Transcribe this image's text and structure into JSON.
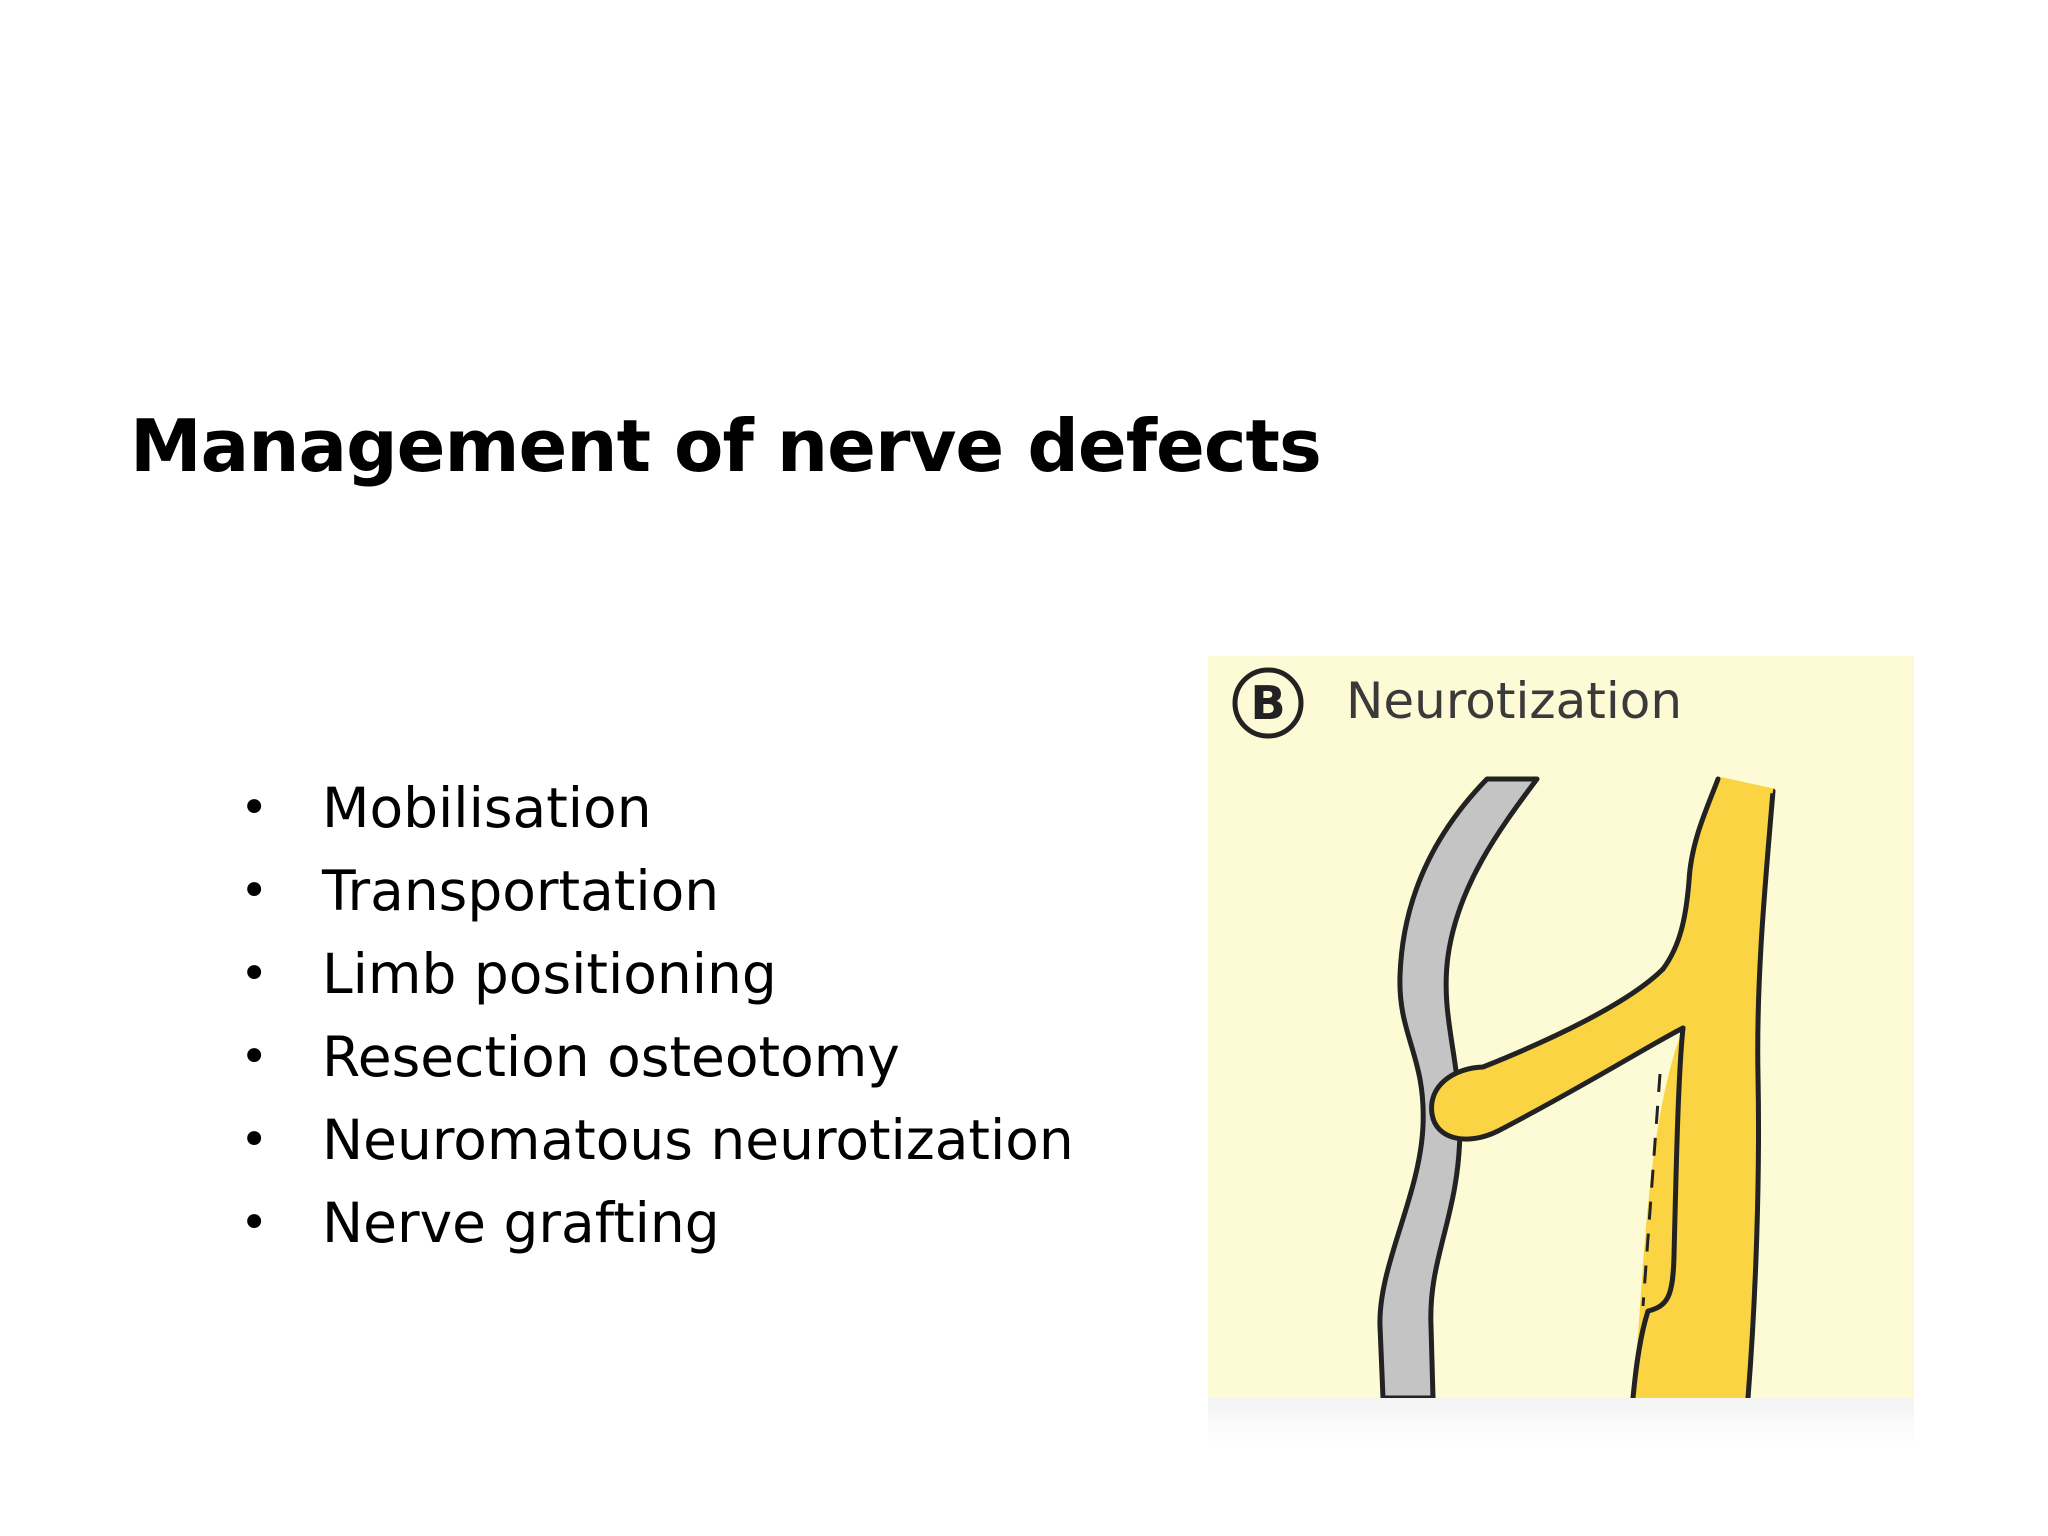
{
  "slide": {
    "title": "Management of nerve defects",
    "bullet_symbol": "•",
    "bullets": [
      "Mobilisation",
      "Transportation",
      "Limb positioning",
      "Resection osteotomy",
      "Neuromatous neurotization",
      "Nerve grafting"
    ]
  },
  "figure": {
    "badge_letter": "B",
    "caption": "Neurotization",
    "colors": {
      "background": "#fdfad6",
      "nerve_grey": "#c4c4c4",
      "nerve_yellow": "#fbd444",
      "outline": "#222222"
    }
  }
}
